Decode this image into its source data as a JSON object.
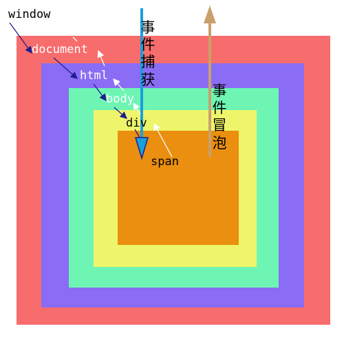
{
  "labels": {
    "window": "window",
    "document": "document",
    "html": "html",
    "body": "body",
    "div": "div",
    "span": "span"
  },
  "capture_label": [
    "事",
    "件",
    "捕",
    "获"
  ],
  "bubble_label": [
    "事",
    "件",
    "冒",
    "泡"
  ],
  "colors": {
    "document": "#f76c6c",
    "html": "#8a6cf5",
    "body": "#6ef5b4",
    "div": "#eef56a",
    "span": "#ea8f0f",
    "capture_arrow": "#1a9fdc",
    "bubble_arrow": "#c9a06c",
    "path_arrow": "#1e1e8c"
  }
}
